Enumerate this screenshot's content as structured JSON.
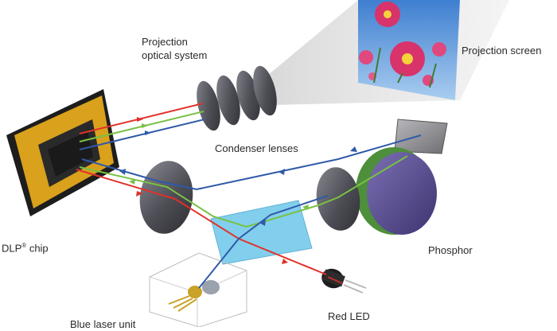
{
  "labels": {
    "projection_optics_line1": "Projection",
    "projection_optics_line2": "optical system",
    "projection_screen": "Projection screen",
    "condenser_lenses": "Condenser lenses",
    "dlp_chip_main": "DLP",
    "dlp_chip_reg": "®",
    "dlp_chip_tail": " chip",
    "phosphor": "Phosphor",
    "red_led": "Red LED",
    "blue_laser": "Blue laser unit"
  },
  "colors": {
    "red_beam": "#e0322a",
    "green_beam": "#7ac143",
    "blue_beam": "#2f5aa8",
    "chip_gold": "#d9a11c",
    "prism_cyan": "#6cc7ea",
    "lens_gray": "#565660",
    "phosphor_purple": "#5a4d93",
    "phosphor_green": "#4e8f3c",
    "flower_pink": "#d8336b",
    "sky_blue": "#6aa0dc"
  },
  "icons": {
    "flower_photo": "cosmos-flower-photo",
    "arrow": "beam-direction-arrow"
  }
}
